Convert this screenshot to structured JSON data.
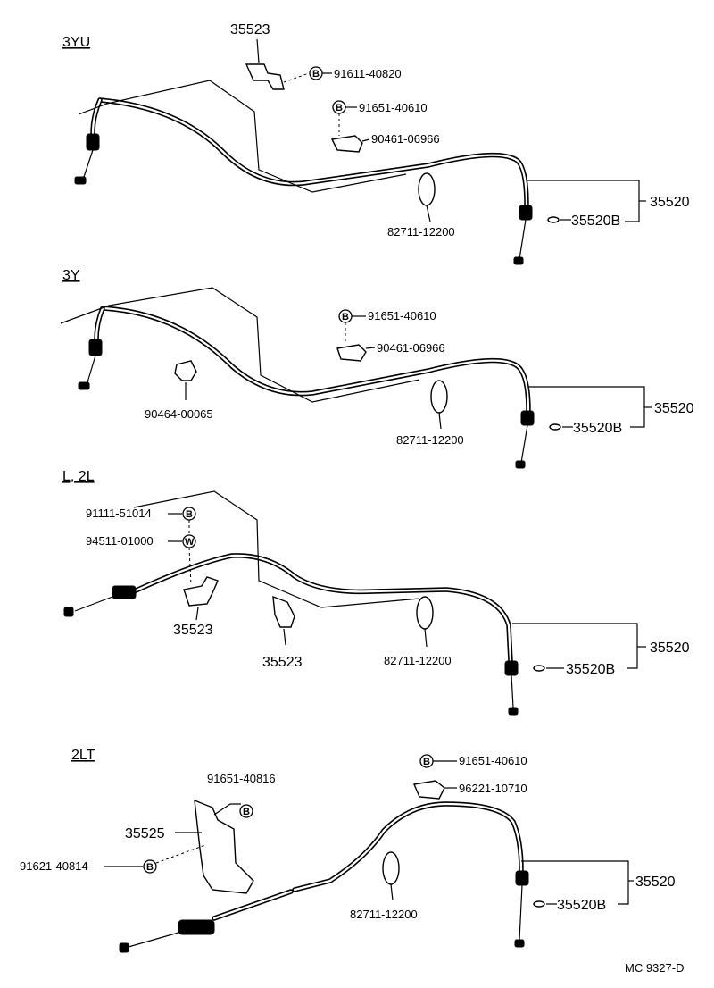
{
  "sections": [
    {
      "header": "3YU",
      "labels": {
        "cable": "35520",
        "clip": "35520B",
        "bracket": "35523",
        "bolt": "91611-40820",
        "bolt2": "91651-40610",
        "clamp": "90461-06966",
        "band": "82711-12200"
      },
      "circles": {
        "bolt": "B",
        "bolt2": "B"
      }
    },
    {
      "header": "3Y",
      "labels": {
        "cable": "35520",
        "clip": "35520B",
        "bolt": "91651-40610",
        "clamp": "90461-06966",
        "clip2": "90464-00065",
        "band": "82711-12200"
      },
      "circles": {
        "bolt": "B"
      }
    },
    {
      "header": "L, 2L",
      "labels": {
        "cable": "35520",
        "clip": "35520B",
        "bolt": "91111-51014",
        "washer": "94511-01000",
        "bracket_a": "35523",
        "bracket_b": "35523",
        "band": "82711-12200"
      },
      "circles": {
        "bolt": "B",
        "washer": "W"
      }
    },
    {
      "header": "2LT",
      "labels": {
        "cable": "35520",
        "clip": "35520B",
        "bolt": "91651-40816",
        "bracket": "35525",
        "bolt2": "91621-40814",
        "bolt3": "91651-40610",
        "clamp": "96221-10710",
        "band": "82711-12200"
      },
      "circles": {
        "bolt": "B",
        "bolt2": "B",
        "bolt3": "B"
      }
    }
  ],
  "footer": {
    "code": "MC  9327-D"
  }
}
